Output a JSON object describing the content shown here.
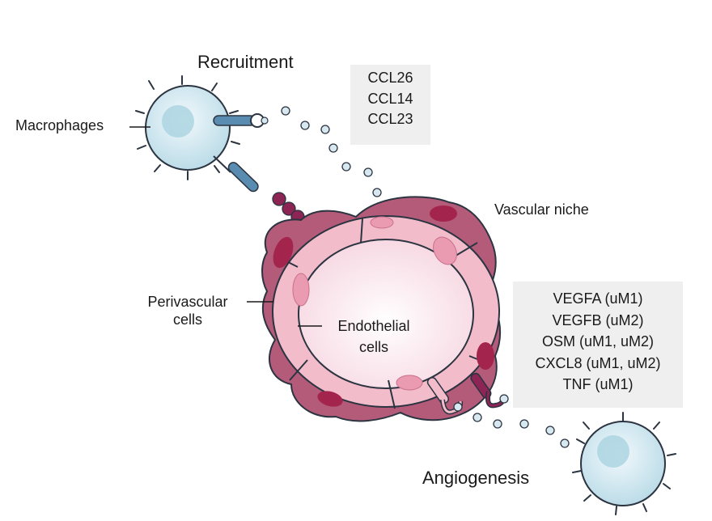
{
  "labels": {
    "recruitment": "Recruitment",
    "macrophages": "Macrophages",
    "vascular_niche": "Vascular niche",
    "perivascular_line1": "Perivascular",
    "perivascular_line2": "cells",
    "endothelial_line1": "Endothelial",
    "endothelial_line2": "cells",
    "angiogenesis": "Angiogenesis"
  },
  "recruitment_factors": [
    "CCL26",
    "CCL14",
    "CCL23"
  ],
  "angiogenesis_factors": [
    "VEGFA (uM1)",
    "VEGFB (uM2)",
    "OSM (uM1, uM2)",
    "CXCL8 (uM1, uM2)",
    "TNF (uM1)"
  ],
  "colors": {
    "macrophage": "#cfe6ee",
    "receptor_blue": "#5a8bb0",
    "perivascular": "#b45b7a",
    "endothelial": "#f2bccb",
    "lumen": "#fbeef2",
    "nucleus": "#a3244d",
    "chemokine_dot": "#d7e8f0"
  },
  "icons": [
    "macrophage-cell-icon",
    "receptor-icon",
    "blood-vessel-icon",
    "chemokine-dot-icon"
  ]
}
